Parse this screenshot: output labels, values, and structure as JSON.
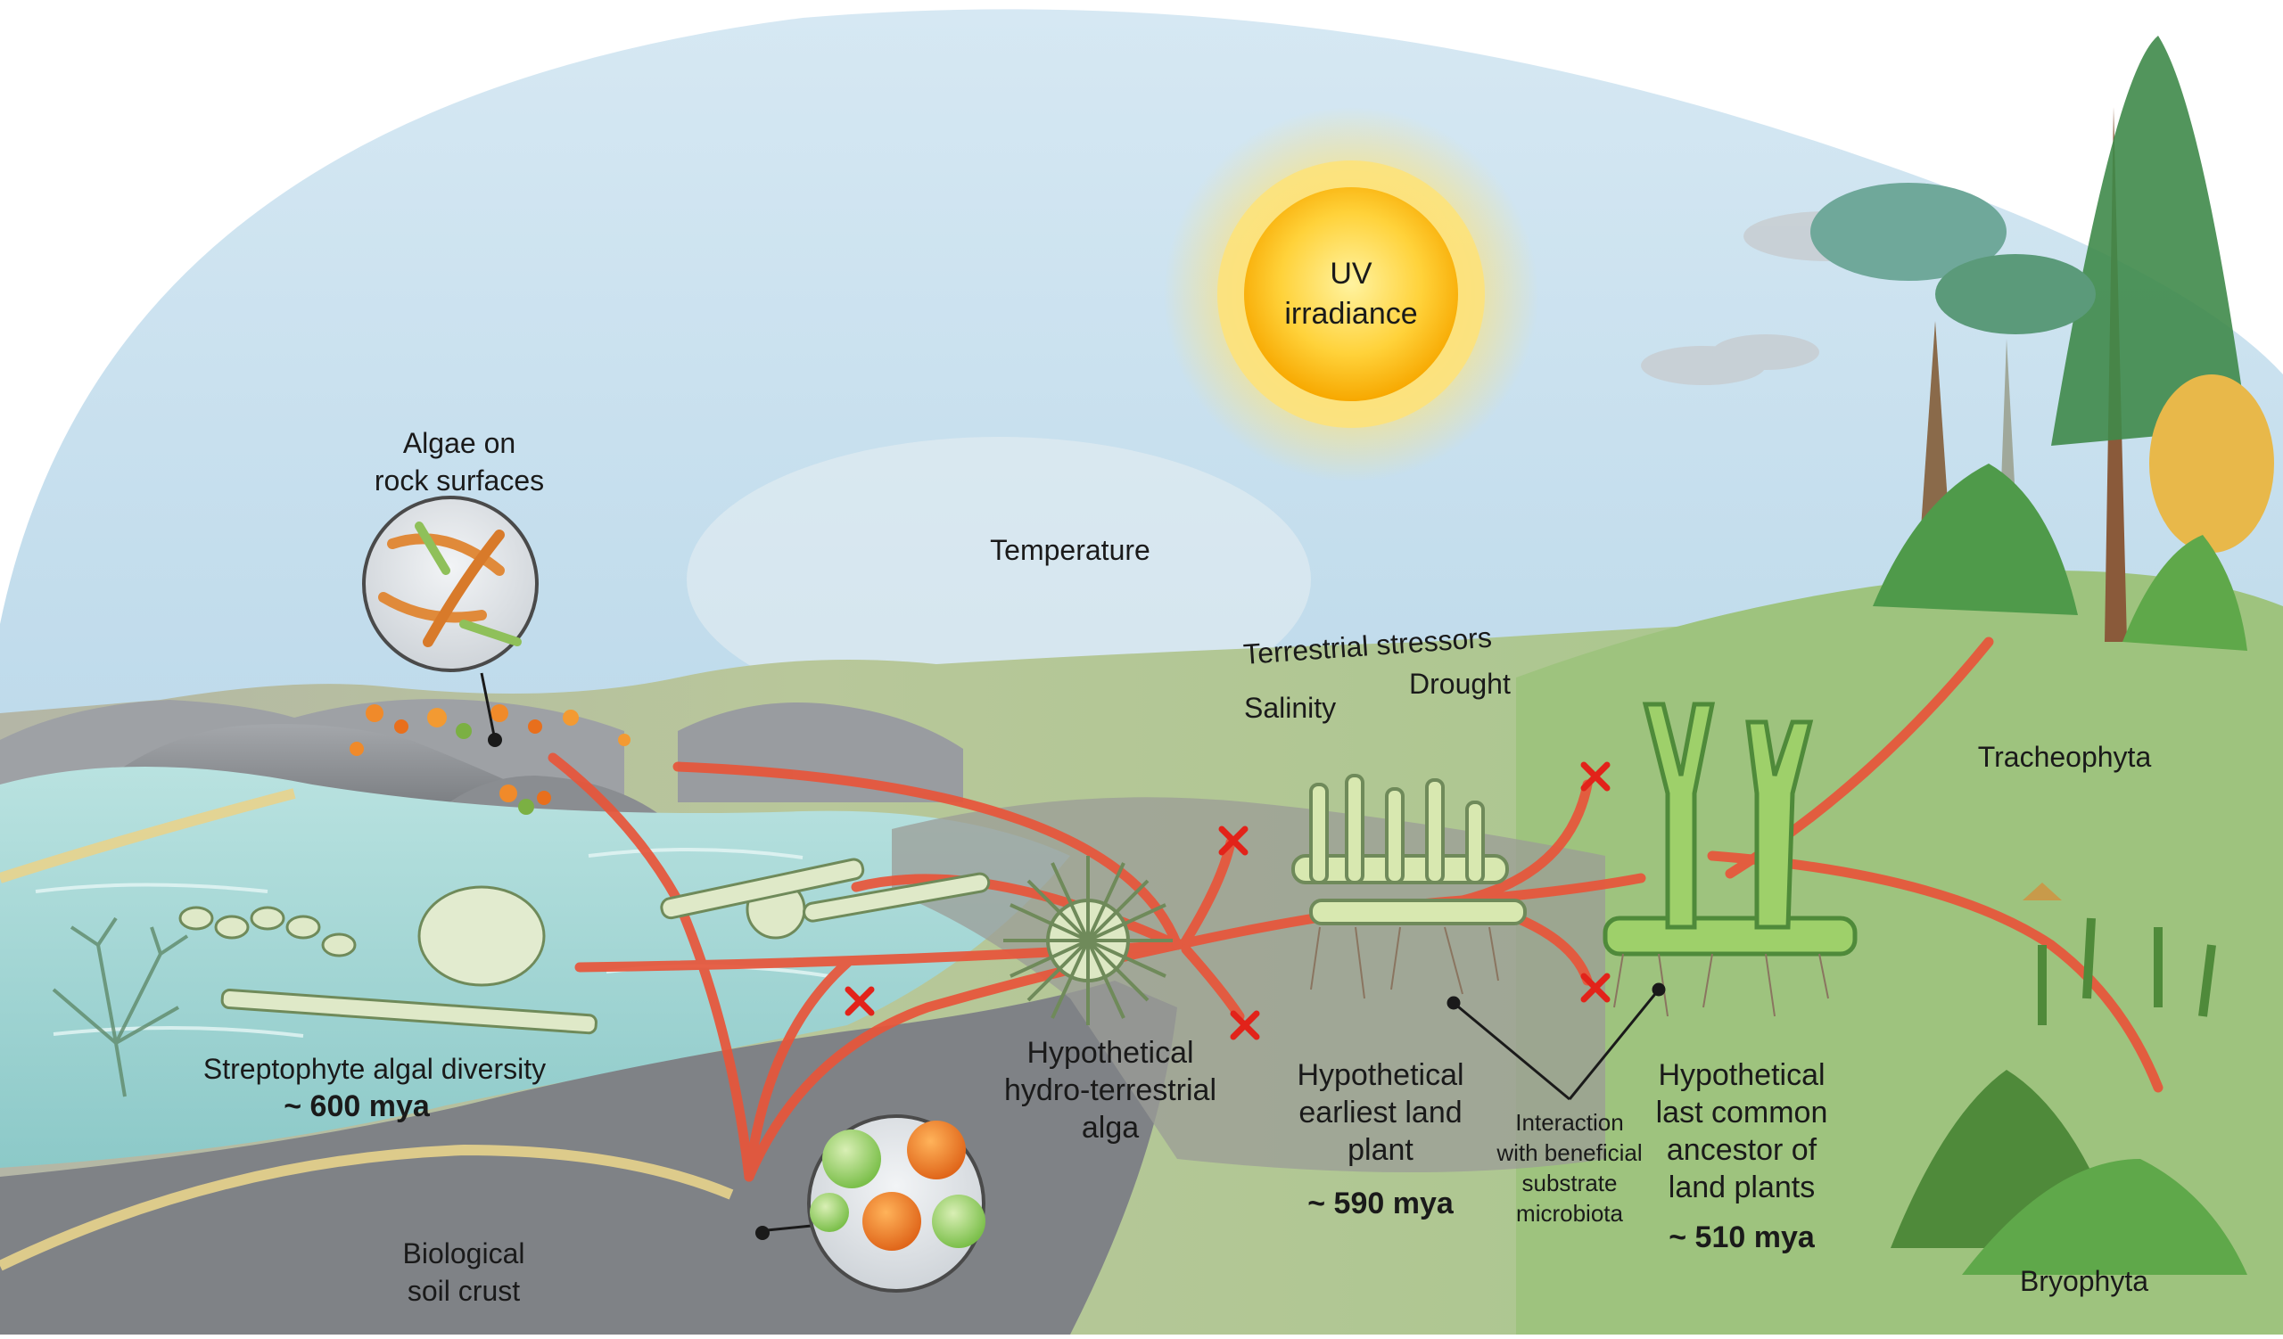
{
  "labels": {
    "uv_line1": "UV",
    "uv_line2": "irradiance",
    "temperature": "Temperature",
    "terrestrial_stressors": "Terrestrial stressors",
    "drought": "Drought",
    "salinity": "Salinity",
    "algae_rock_line1": "Algae on",
    "algae_rock_line2": "rock surfaces",
    "streptophyte": "Streptophyte algal diversity",
    "streptophyte_age": "~ 600 mya",
    "hydro_line1": "Hypothetical",
    "hydro_line2": "hydro-terrestrial",
    "hydro_line3": "alga",
    "earliest_line1": "Hypothetical",
    "earliest_line2": "earliest land",
    "earliest_line3": "plant",
    "earliest_age": "~ 590 mya",
    "interaction_line1": "Interaction",
    "interaction_line2": "with beneficial",
    "interaction_line3": "substrate",
    "interaction_line4": "microbiota",
    "lca_line1": "Hypothetical",
    "lca_line2": "last common",
    "lca_line3": "ancestor of",
    "lca_line4": "land plants",
    "lca_age": "~ 510 mya",
    "biocrust_line1": "Biological",
    "biocrust_line2": "soil crust",
    "tracheophyta": "Tracheophyta",
    "bryophyta": "Bryophyta"
  },
  "colors": {
    "sky": "#c9e0ee",
    "water": "#a9d8d8",
    "rock": "#8c8f93",
    "land": "#a8c98a",
    "lineage": "#e8553a",
    "extinct_mark": "#e2231a",
    "sun_core": "#f7b500",
    "sun_glow": "#fde27a"
  },
  "icons": [
    "sun-icon",
    "extinction-x-icon",
    "algae-magnifier-icon",
    "crust-magnifier-icon",
    "tree-icon",
    "moss-icon"
  ]
}
